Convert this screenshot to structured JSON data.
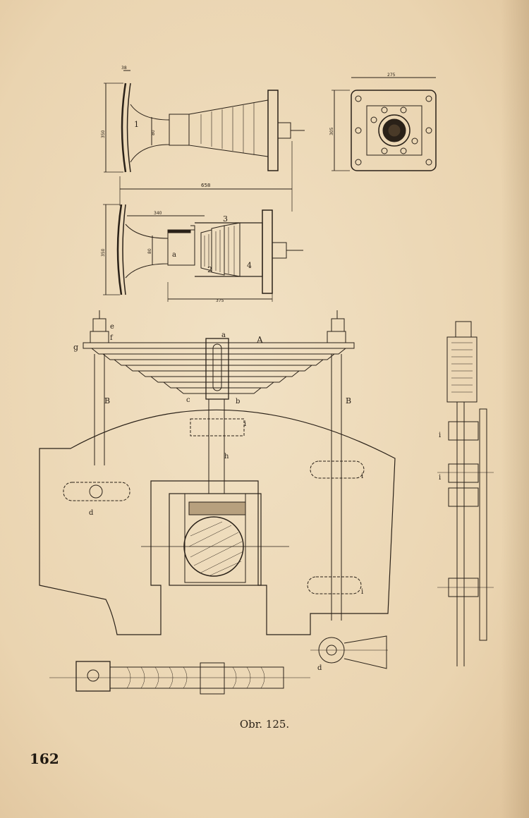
{
  "figure": {
    "caption": "Obr. 125.",
    "page_number": "162",
    "dimensions": {
      "top_flange": "38",
      "top_height": "350",
      "top_bore": "80",
      "top_width": "275",
      "top_side": "305",
      "overall_length": "658",
      "mid_depth": "340",
      "mid_height": "350",
      "mid_bore": "80",
      "mid_bottom": "375"
    },
    "part_numbers": {
      "p1": "1",
      "p2": "2",
      "p3": "3",
      "p4": "4"
    },
    "letters": {
      "a": "a",
      "b": "b",
      "c": "c",
      "d": "d",
      "e": "e",
      "f": "f",
      "g": "g",
      "h": "h",
      "i": "i",
      "A": "A",
      "B": "B"
    }
  }
}
